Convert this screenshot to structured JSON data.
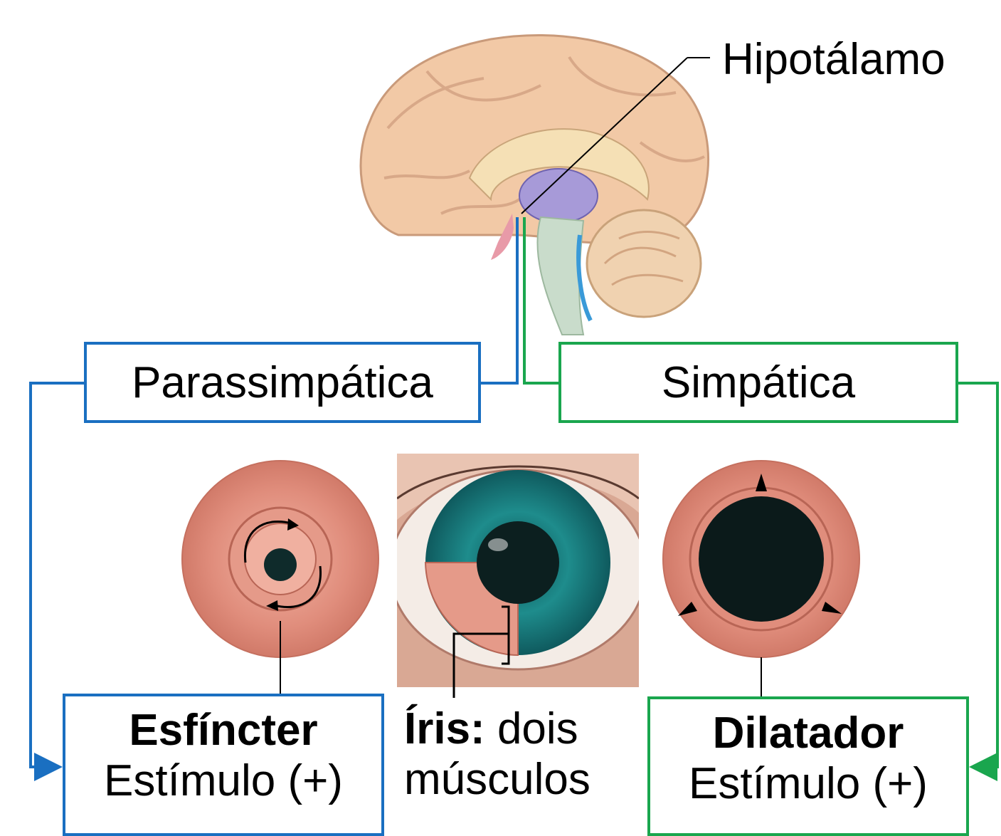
{
  "hypothalamus_label": "Hipotálamo",
  "parasympathetic": {
    "label": "Parassimpática",
    "color": "#1a6fc1"
  },
  "sympathetic": {
    "label": "Simpática",
    "color": "#1aa64e"
  },
  "sphincter": {
    "title": "Esfíncter",
    "stimulus": "Estímulo (+)"
  },
  "iris": {
    "title": "Íris:",
    "title_rest": " dois",
    "line2": "músculos"
  },
  "dilator": {
    "title": "Dilatador",
    "stimulus": "Estímulo (+)"
  },
  "icons": [
    "brain-illustration",
    "sphincter-iris-illustration",
    "eye-illustration",
    "dilator-iris-illustration",
    "arrow-icon"
  ]
}
